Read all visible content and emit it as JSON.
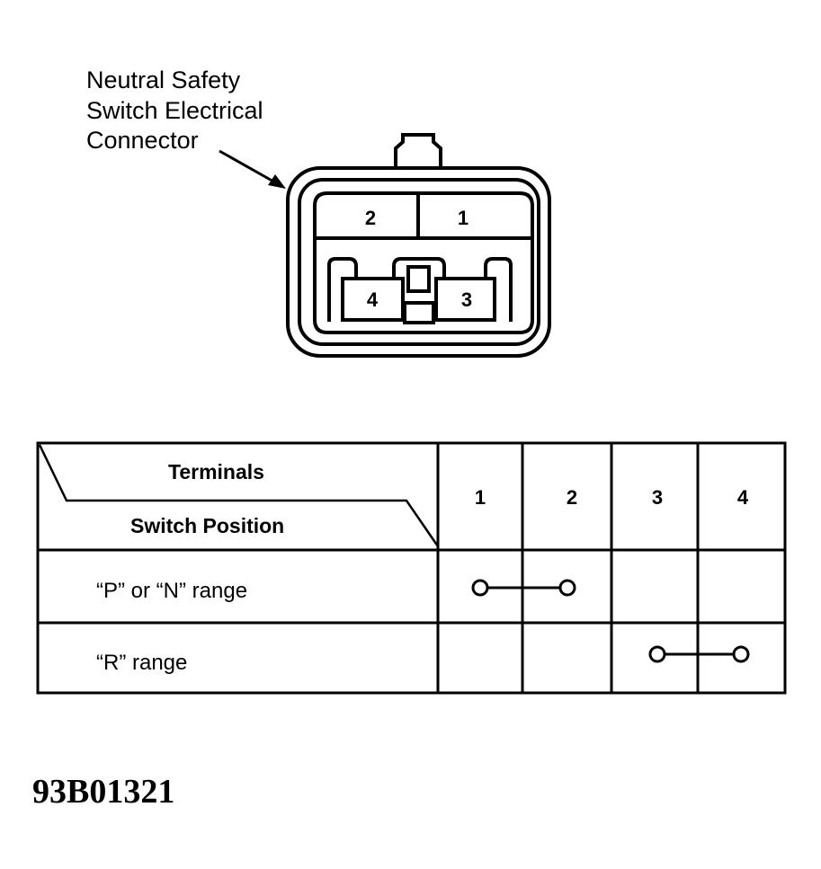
{
  "callout": {
    "lines": [
      "Neutral Safety",
      "Switch Electrical",
      "Connector"
    ]
  },
  "connector": {
    "pins": [
      "2",
      "1",
      "4",
      "3"
    ]
  },
  "table": {
    "header_top": "Terminals",
    "header_bottom": "Switch Position",
    "terminals": [
      "1",
      "2",
      "3",
      "4"
    ],
    "rows": [
      {
        "label": "“P” or “N” range",
        "connects": [
          1,
          2
        ]
      },
      {
        "label": "“R” range",
        "connects": [
          3,
          4
        ]
      }
    ]
  },
  "figure_id": "93B01321"
}
